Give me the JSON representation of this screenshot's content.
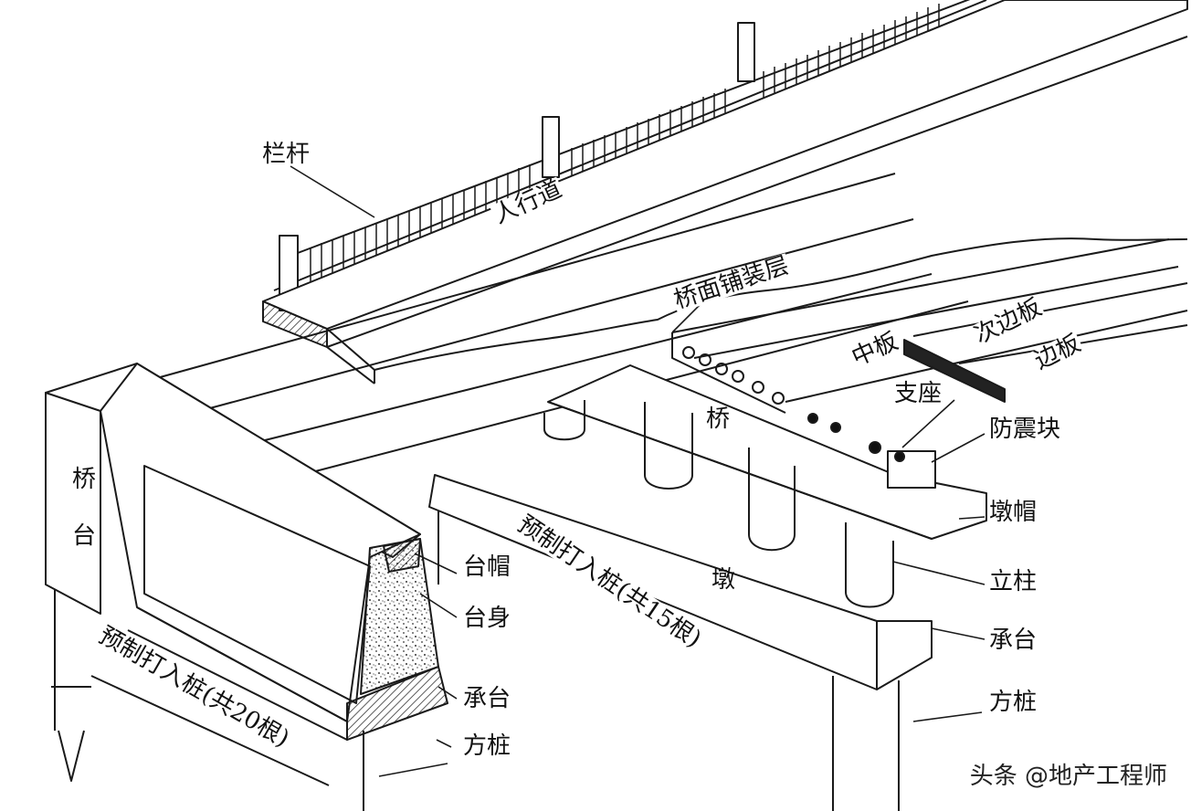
{
  "labels": {
    "railing": "栏杆",
    "sidewalk": "人行道",
    "deck_pavement": "桥面铺装层",
    "middle_slab": "中板",
    "secondary_edge_slab": "次边板",
    "edge_slab": "边板",
    "bearing": "支座",
    "seismic_block": "防震块",
    "bridge": "桥",
    "pier": "墩",
    "pier_cap": "墩帽",
    "column": "立柱",
    "pier_pile_cap": "承台",
    "pier_square_pile": "方桩",
    "pier_piles": "预制打入桩(共15根)",
    "abutment_1": "桥",
    "abutment_2": "台",
    "abutment_cap": "台帽",
    "abutment_body": "台身",
    "abutment_pile_cap": "承台",
    "abutment_square_pile": "方桩",
    "abutment_piles": "预制打入桩(共20根)"
  },
  "watermark": "头条 @地产工程师"
}
